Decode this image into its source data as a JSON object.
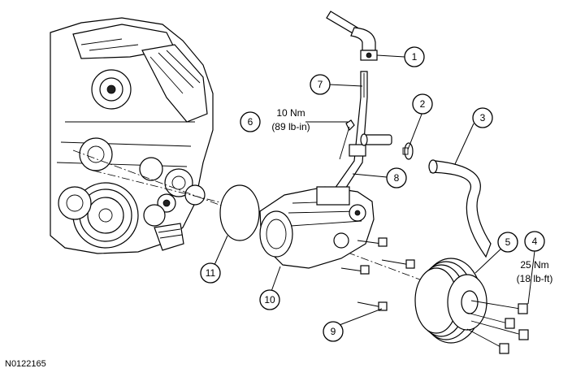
{
  "figure_id": "N0122165",
  "callouts": [
    {
      "number": "1"
    },
    {
      "number": "2"
    },
    {
      "number": "3"
    },
    {
      "number": "4",
      "torque_nm": "25 Nm",
      "torque_lbft": "(18 lb-ft)"
    },
    {
      "number": "5"
    },
    {
      "number": "6",
      "torque_nm": "10 Nm",
      "torque_lbft": "(89 lb-in)"
    },
    {
      "number": "7"
    },
    {
      "number": "8"
    },
    {
      "number": "9"
    },
    {
      "number": "10"
    },
    {
      "number": "11"
    }
  ]
}
